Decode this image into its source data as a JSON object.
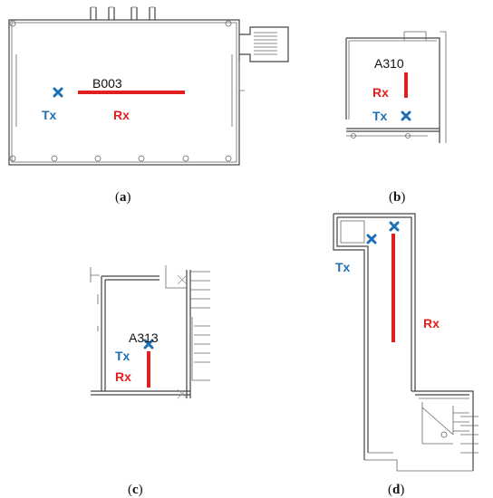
{
  "colors": {
    "tx": "#1f6fb5",
    "rx": "#e02020",
    "wall": "#444444"
  },
  "panels": [
    {
      "id": "a",
      "caption_prefix": "(",
      "caption_letter": "a",
      "caption_suffix": ")",
      "room": "B003",
      "tx_label": "Tx",
      "rx_label": "Rx"
    },
    {
      "id": "b",
      "caption_prefix": "(",
      "caption_letter": "b",
      "caption_suffix": ")",
      "room": "A310",
      "tx_label": "Tx",
      "rx_label": "Rx"
    },
    {
      "id": "c",
      "caption_prefix": "(",
      "caption_letter": "c",
      "caption_suffix": ")",
      "room": "A313",
      "tx_label": "Tx",
      "rx_label": "Rx"
    },
    {
      "id": "d",
      "caption_prefix": "(",
      "caption_letter": "d",
      "caption_suffix": ")",
      "room": "",
      "tx_label": "Tx",
      "rx_label": "Rx"
    }
  ]
}
